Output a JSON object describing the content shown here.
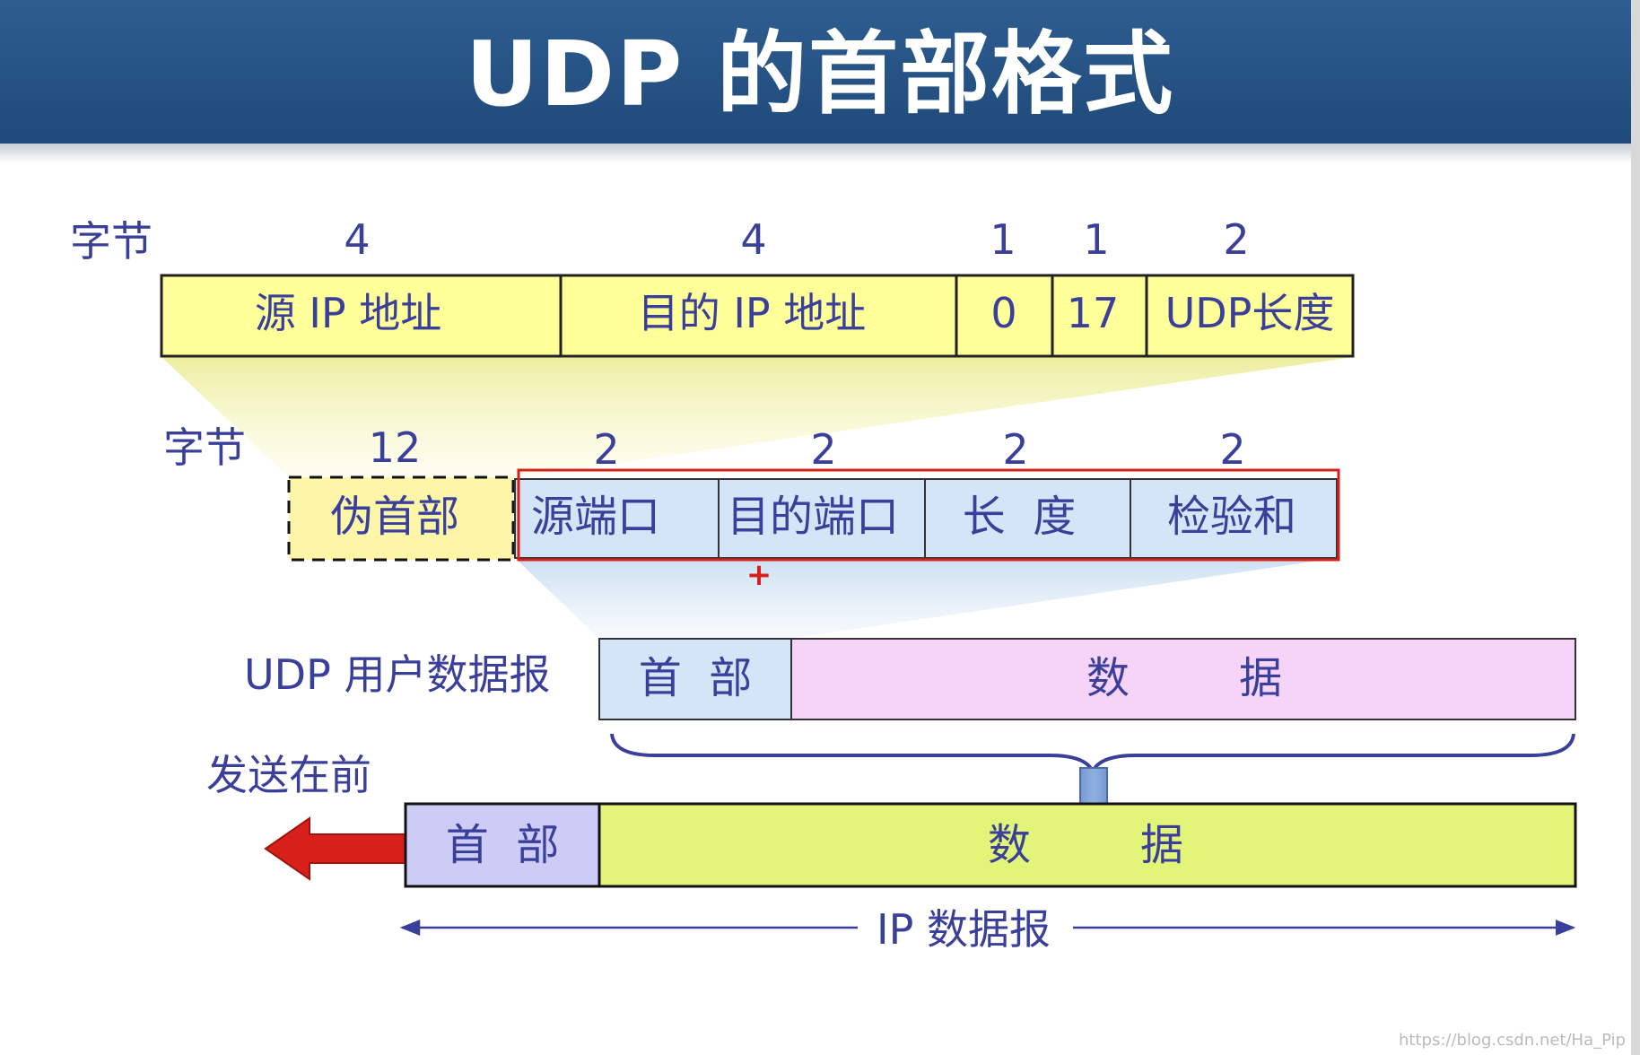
{
  "title": "UDP 的首部格式",
  "ip_pseudo": {
    "byte_label": "字节",
    "sizes": [
      "4",
      "4",
      "1",
      "1",
      "2"
    ],
    "fields": [
      "源 IP 地址",
      "目的 IP 地址",
      "0",
      "17",
      "UDP长度"
    ]
  },
  "udp_header": {
    "byte_label": "字节",
    "sizes": [
      "12",
      "2",
      "2",
      "2",
      "2"
    ],
    "pseudo": "伪首部",
    "fields": [
      "源端口",
      "目的端口",
      "长  度",
      "检验和"
    ]
  },
  "plus_mark": "+",
  "udp_datagram": {
    "label": "UDP 用户数据报",
    "header": "首  部",
    "data": "数        据"
  },
  "ip_datagram": {
    "send_first": "发送在前",
    "header": "首  部",
    "data": "数        据",
    "label": "IP 数据报"
  },
  "watermark": "https://blog.csdn.net/Ha_Pip",
  "colors": {
    "title_bg": "#2a5788",
    "yellow": "#ffff99",
    "blue_light": "#d2e6f8",
    "pink": "#f6d4f8",
    "lavender": "#ccccf6",
    "lime": "#e2f578",
    "red": "#d8201a",
    "text": "#3a3f9a",
    "arrow_blue": "#6a8fc8"
  }
}
